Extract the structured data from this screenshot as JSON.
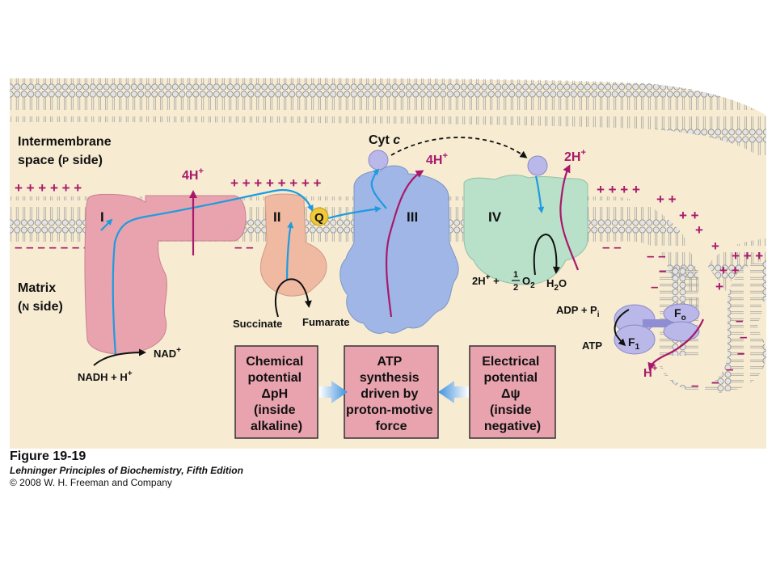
{
  "labels": {
    "p_side_line1": "Intermembrane",
    "p_side_line2_a": "space (",
    "p_side_line2_p": "P",
    "p_side_line2_b": " side)",
    "n_side_line1": "Matrix",
    "n_side_line2_a": "(",
    "n_side_line2_n": "N",
    "n_side_line2_b": " side)",
    "complex_I": "I",
    "complex_II": "II",
    "complex_III": "III",
    "complex_IV": "IV",
    "q": "Q",
    "cyt_c_a": "Cyt ",
    "cyt_c_b": "c",
    "h_I": "4H",
    "h_III": "4H",
    "h_IV": "2H",
    "h_atp": "H",
    "plus_sup": "+",
    "nadh": "NADH + H",
    "nad": "NAD",
    "succinate": "Succinate",
    "fumarate": "Fumarate",
    "two_h_plus": "2H",
    "half_num": "1",
    "half_den": "2",
    "o2": "O",
    "o2_sub": "2",
    "h2o_a": "H",
    "h2o_sub": "2",
    "h2o_b": "O",
    "adp": "ADP + P",
    "adp_sub": "i",
    "atp": "ATP",
    "f1": "F",
    "f1_sub": "1",
    "fo": "F",
    "fo_sub": "o"
  },
  "boxes": {
    "chemical": [
      "Chemical",
      "potential",
      "ΔpH",
      "(inside",
      "alkaline)"
    ],
    "atp": [
      "ATP",
      "synthesis",
      "driven by",
      "proton-motive",
      "force"
    ],
    "electrical": [
      "Electrical",
      "potential",
      "Δψ",
      "(inside",
      "negative)"
    ]
  },
  "caption": {
    "figure": "Figure 19-19",
    "book": "Lehninger Principles of Biochemistry, Fifth Edition",
    "copyright": "© 2008 W. H. Freeman and Company"
  },
  "colors": {
    "magenta": "#a8196b",
    "electron_flow": "#1e9be0",
    "complex_I": "#e8a3ae",
    "complex_II": "#efb9a2",
    "complex_III": "#9fb6e6",
    "complex_IV": "#b9e0c9",
    "box_fill": "#e8a3ae",
    "background": "#f7ecd2"
  }
}
